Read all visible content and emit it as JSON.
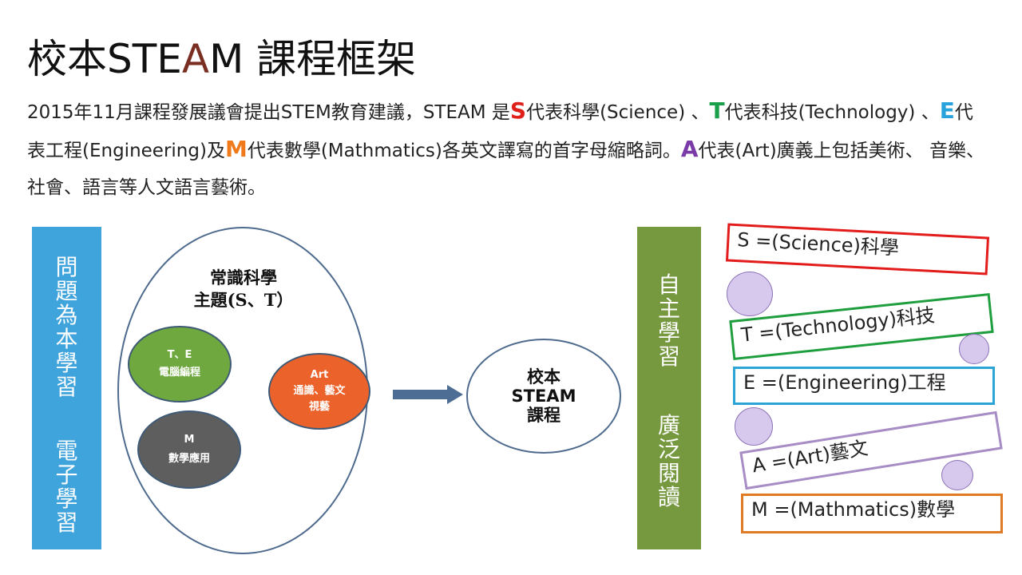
{
  "title": {
    "prefix": "校本STE",
    "a": "A",
    "suffix": "M 課程框架"
  },
  "intro": {
    "p1": "2015年11月課程發展議會提出STEM教育建議，STEAM  是",
    "S": "S",
    "p2": "代表科學(Science)  、",
    "T": "T",
    "p3": "代表科技(Technology)  、",
    "E": "E",
    "p4": "代表工程(Engineering)及",
    "M": "M",
    "p5": "代表數學(Mathmatics)各英文譯寫的首字母縮略詞。",
    "A": "A",
    "p6": "代表(Art)廣義上包括美術、  音樂、社會、語言等人文語言藝術。"
  },
  "left_bar": {
    "top_chars": [
      "問",
      "題",
      "為",
      "本",
      "學",
      "習"
    ],
    "bottom_chars": [
      "電",
      "子",
      "學",
      "習"
    ]
  },
  "main_ellipse": {
    "title_line1": "常識科學",
    "title_line2": "主題(S、T）"
  },
  "bubbles": {
    "te": {
      "line1": "T、E",
      "line2": "電腦編程"
    },
    "art": {
      "line1": "Art",
      "line2": "通識、藝文",
      "line3": "視藝"
    },
    "m": {
      "line1": "M",
      "line2": "數學應用"
    }
  },
  "result": {
    "line1": "校本",
    "line2": "STEAM",
    "line3": "課程"
  },
  "right_bar": {
    "top_chars": [
      "自",
      "主",
      "學",
      "習"
    ],
    "bottom_chars": [
      "廣",
      "泛",
      "閱",
      "讀"
    ]
  },
  "definitions": {
    "s": "S =(Science)科學",
    "t": "T =(Technology)科技",
    "e": "E =(Engineering)工程",
    "a": "A =(Art)藝文",
    "m": "M =(Mathmatics)數學"
  },
  "colors": {
    "S": "#e0201a",
    "T": "#1aa04b",
    "E": "#29a3dc",
    "M": "#f07a1a",
    "A": "#7a3aa8",
    "left_bar": "#3fa3dc",
    "right_bar": "#76983f"
  }
}
